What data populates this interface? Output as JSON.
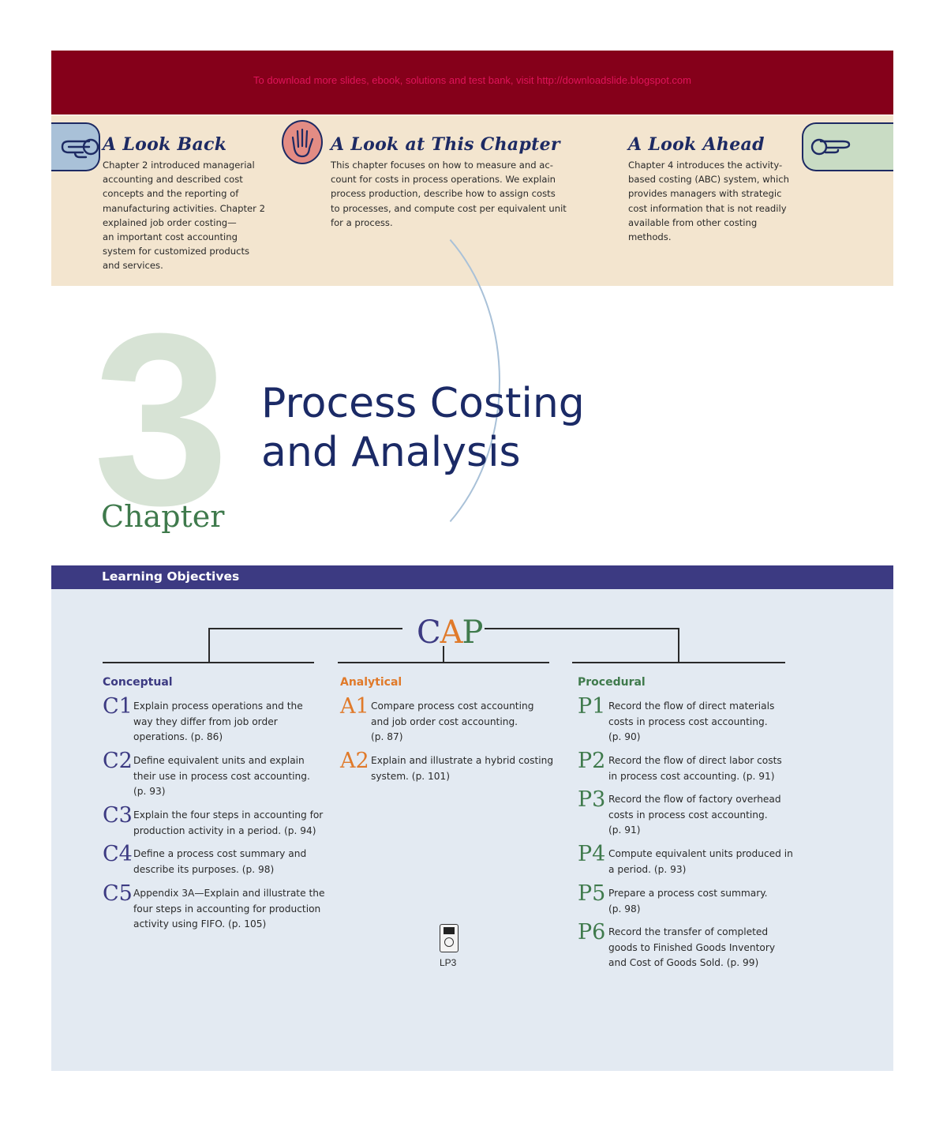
{
  "banner": {
    "download_text": "To download more slides, ebook, solutions and test bank, visit http://downloadslide.blogspot.com"
  },
  "look": {
    "back": {
      "heading": "A Look Back",
      "lines": [
        "Chapter 2 introduced managerial",
        "accounting and described cost",
        "concepts and the reporting of",
        "manufacturing activities. Chapter 2",
        "explained job order costing—",
        "an important cost accounting",
        "system for customized products",
        "and services."
      ]
    },
    "this": {
      "heading": "A Look at This Chapter",
      "lines": [
        "This chapter focuses on how to measure and ac-",
        "count for costs in process operations. We explain",
        "process production, describe how to assign costs",
        "to processes, and compute cost per equivalent unit",
        "for a process."
      ]
    },
    "ahead": {
      "heading": "A Look Ahead",
      "lines": [
        "Chapter 4 introduces the activity-",
        "based costing (ABC) system, which",
        "provides managers with strategic",
        "cost information that is not readily",
        "available from other costing",
        "methods."
      ]
    }
  },
  "chapter": {
    "number": "3",
    "word": "Chapter",
    "title_line1": "Process Costing",
    "title_line2": "and Analysis"
  },
  "learning_objectives": {
    "header": "Learning Objectives",
    "cap": {
      "c": "C",
      "a": "A",
      "p": "P"
    },
    "conceptual": {
      "label": "Conceptual",
      "items": [
        {
          "code": "C1",
          "lines": [
            "Explain process operations and the",
            "way they differ from job order",
            "operations. (p. 86)"
          ]
        },
        {
          "code": "C2",
          "lines": [
            "Define equivalent units and explain",
            "their use in process cost accounting.",
            "(p. 93)"
          ]
        },
        {
          "code": "C3",
          "lines": [
            "Explain the four steps in accounting for",
            "production activity in a period. (p. 94)"
          ]
        },
        {
          "code": "C4",
          "lines": [
            "Define a process cost summary and",
            "describe its purposes. (p. 98)"
          ]
        },
        {
          "code": "C5",
          "lines": [
            "Appendix 3A—Explain and illustrate the",
            "four steps in accounting for production",
            "activity using FIFO. (p. 105)"
          ]
        }
      ]
    },
    "analytical": {
      "label": "Analytical",
      "items": [
        {
          "code": "A1",
          "lines": [
            "Compare process cost accounting",
            "and job order cost accounting.",
            "(p. 87)"
          ]
        },
        {
          "code": "A2",
          "lines": [
            "Explain and illustrate a hybrid costing",
            "system. (p. 101)"
          ]
        }
      ]
    },
    "procedural": {
      "label": "Procedural",
      "items": [
        {
          "code": "P1",
          "lines": [
            "Record the flow of direct materials",
            "costs in process cost accounting.",
            "(p. 90)"
          ]
        },
        {
          "code": "P2",
          "lines": [
            "Record the flow of direct labor costs",
            "in process cost accounting. (p. 91)"
          ]
        },
        {
          "code": "P3",
          "lines": [
            "Record the flow of factory overhead",
            "costs in process cost accounting.",
            "(p. 91)"
          ]
        },
        {
          "code": "P4",
          "lines": [
            "Compute equivalent units produced in",
            "a period. (p. 93)"
          ]
        },
        {
          "code": "P5",
          "lines": [
            "Prepare a process cost summary.",
            "(p. 98)"
          ]
        },
        {
          "code": "P6",
          "lines": [
            "Record the transfer of completed",
            "goods to Finished Goods Inventory",
            "and Cost of Goods Sold. (p. 99)"
          ]
        }
      ]
    },
    "lp_label": "LP3"
  },
  "colors": {
    "banner": "#85001a",
    "navy": "#1b2a66",
    "conceptual": "#3c3a82",
    "analytical": "#e07a2a",
    "procedural": "#3f7a4c"
  }
}
